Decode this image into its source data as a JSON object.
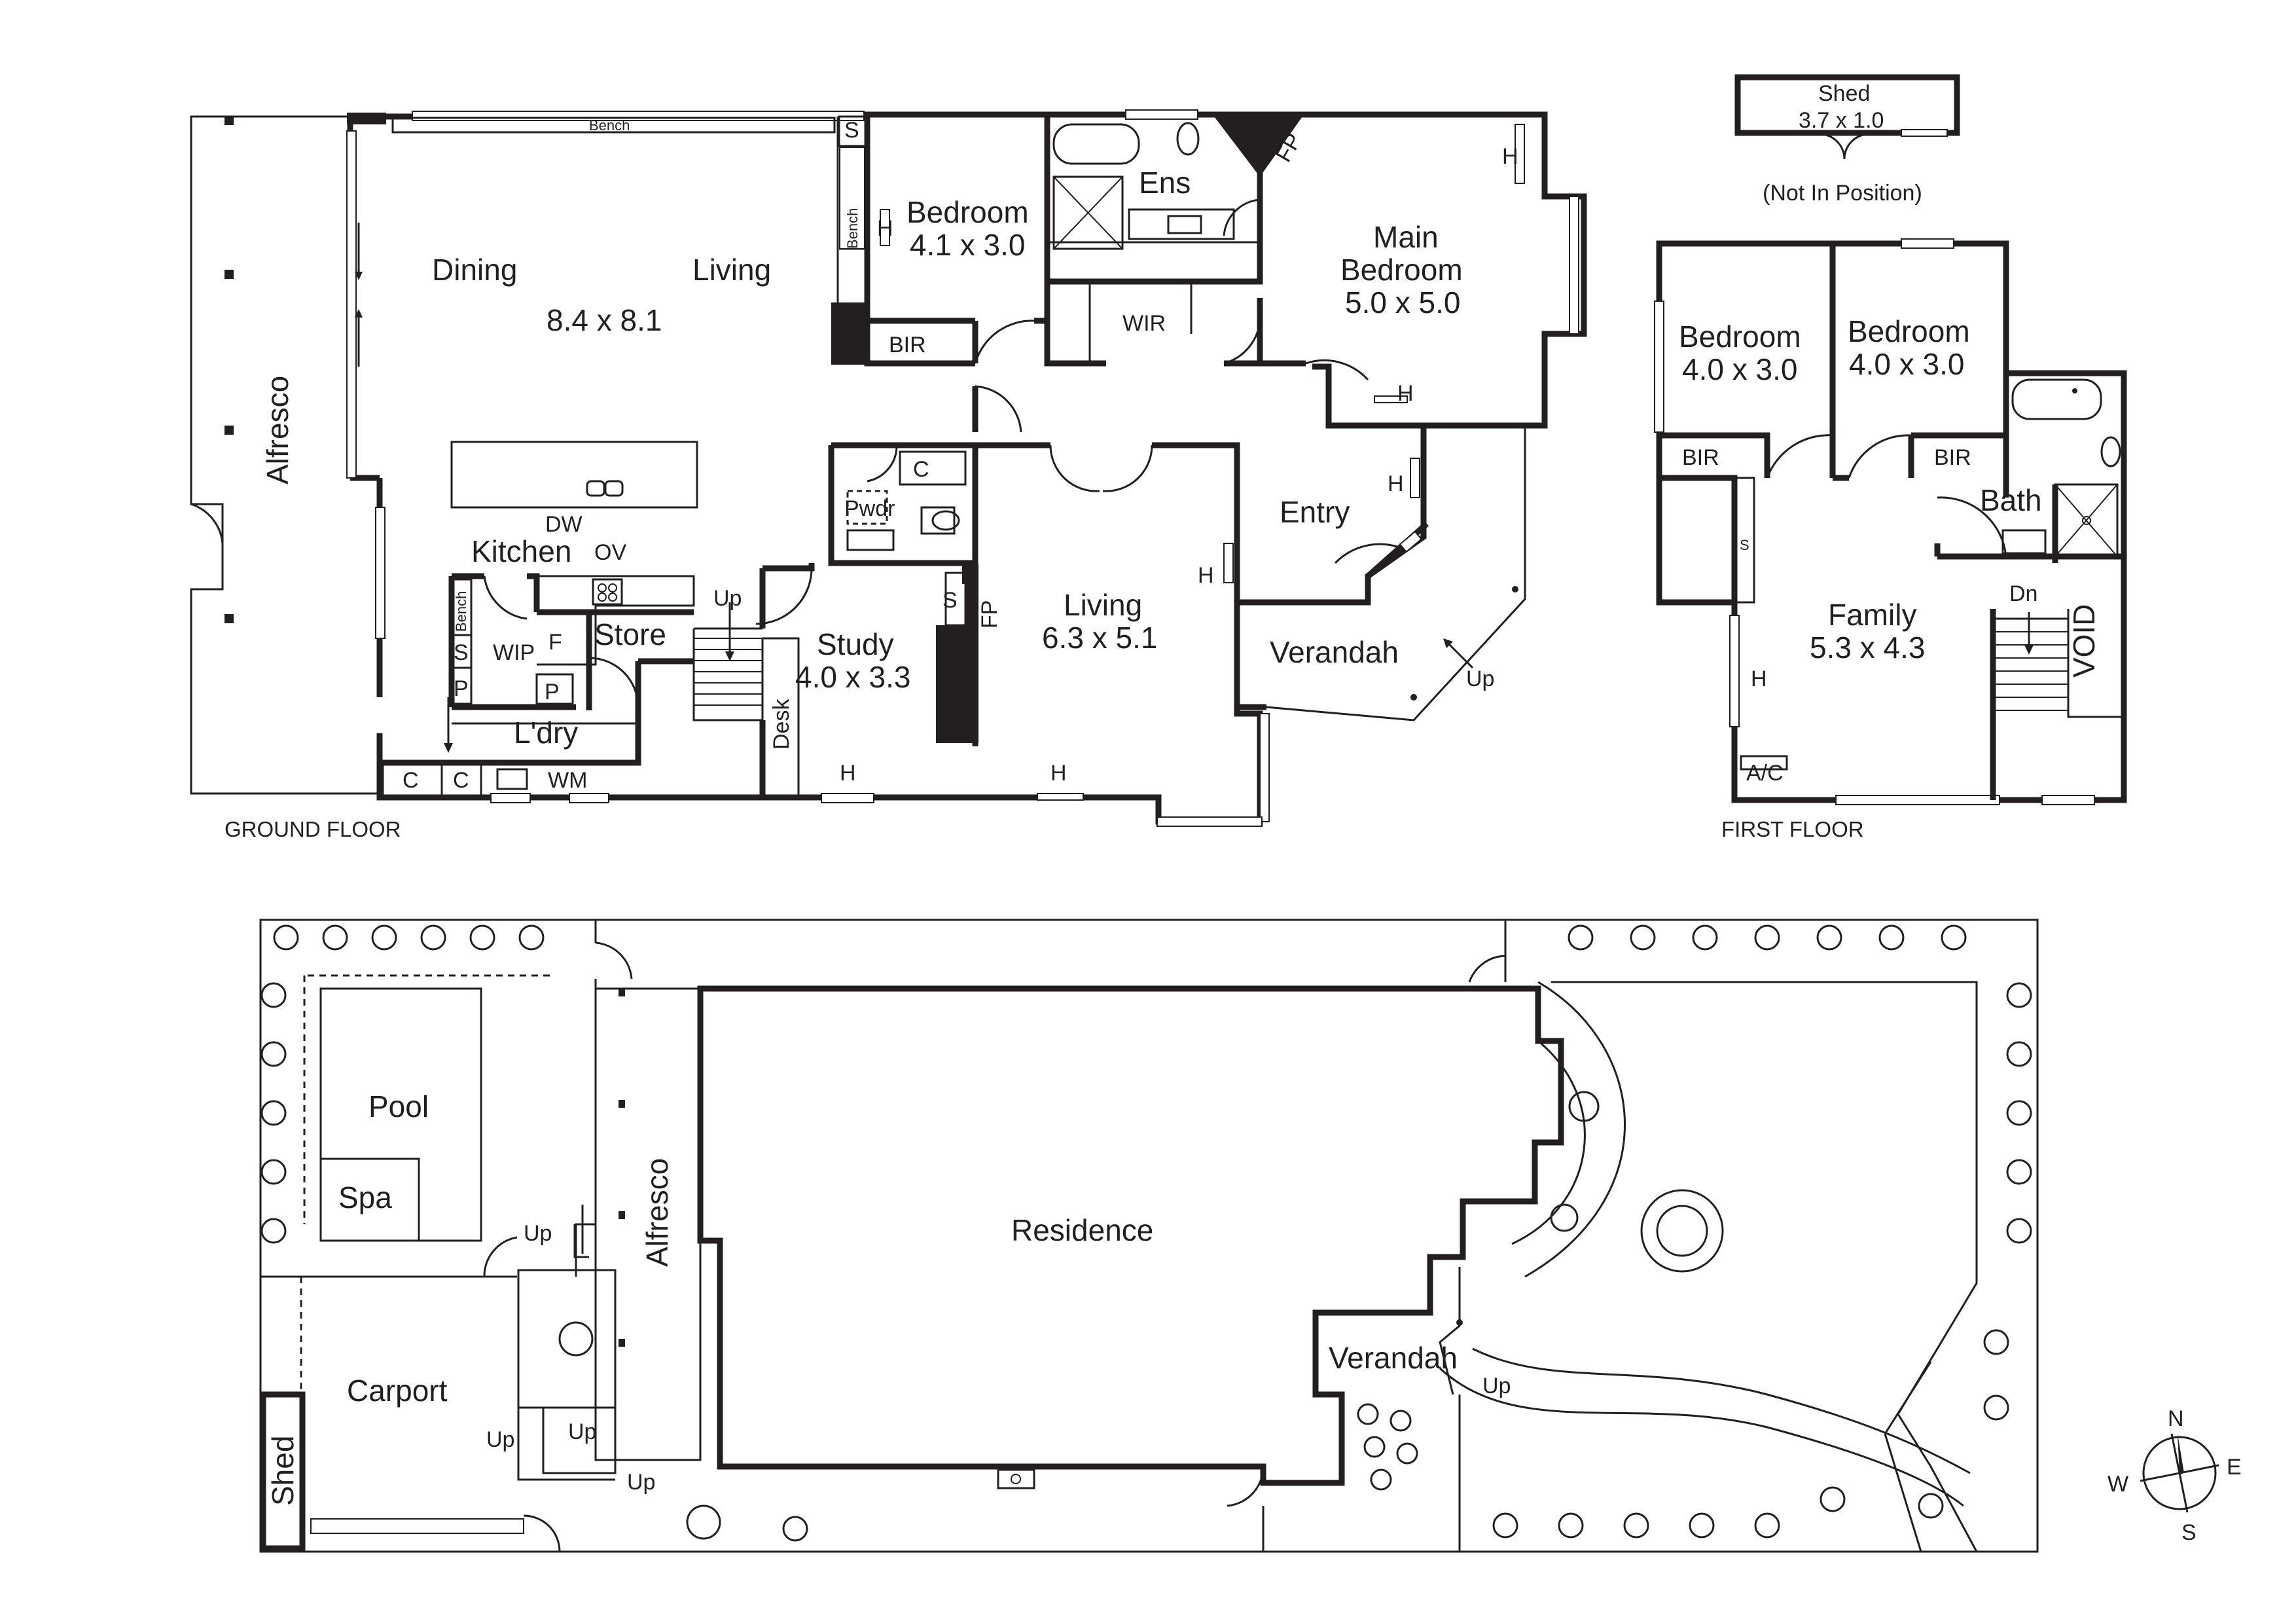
{
  "ground_floor": {
    "caption": "GROUND FLOOR",
    "dining": "Dining",
    "living": "Living",
    "dining_living_dim": "8.4 x 8.1",
    "bench_top": "Bench",
    "bench_side": "Bench",
    "bench_wip": "Bench",
    "alfresco": "Alfresco",
    "bedroom": "Bedroom",
    "bedroom_dim": "4.1 x 3.0",
    "bir": "BIR",
    "ens": "Ens",
    "wir": "WIR",
    "main_bedroom_1": "Main",
    "main_bedroom_2": "Bedroom",
    "main_bedroom_dim": "5.0 x 5.0",
    "kitchen": "Kitchen",
    "dw": "DW",
    "ov": "OV",
    "wip": "WIP",
    "f": "F",
    "store": "Store",
    "pwdr": "Pwdr",
    "c_pwdr": "C",
    "up_stair": "Up",
    "study": "Study",
    "study_dim": "4.0 x 3.3",
    "desk": "Desk",
    "living2": "Living",
    "living2_dim": "6.3 x 5.1",
    "entry": "Entry",
    "verandah": "Verandah",
    "up_verandah": "Up",
    "laundry": "L'dry",
    "wm": "WM",
    "c1": "C",
    "c2": "C",
    "s1": "S",
    "s2": "S",
    "s3": "S",
    "p1": "P",
    "p2": "P",
    "fp1": "FP",
    "fp2": "FP",
    "h": "H"
  },
  "first_floor": {
    "caption": "FIRST FLOOR",
    "shed": "Shed",
    "shed_dim": "3.7 x 1.0",
    "not_in_position": "(Not In Position)",
    "bedroom_a": "Bedroom",
    "bedroom_a_dim": "4.0 x 3.0",
    "bedroom_b": "Bedroom",
    "bedroom_b_dim": "4.0 x 3.0",
    "bir_a": "BIR",
    "bir_b": "BIR",
    "bath": "Bath",
    "family": "Family",
    "family_dim": "5.3 x 4.3",
    "dn": "Dn",
    "void": "VOID",
    "ac": "A/C",
    "s": "S",
    "h": "H"
  },
  "site_plan": {
    "pool": "Pool",
    "spa": "Spa",
    "carport": "Carport",
    "shed": "Shed",
    "alfresco": "Alfresco",
    "residence": "Residence",
    "verandah": "Verandah",
    "up": "Up"
  },
  "compass": {
    "n": "N",
    "e": "E",
    "s": "S",
    "w": "W"
  }
}
